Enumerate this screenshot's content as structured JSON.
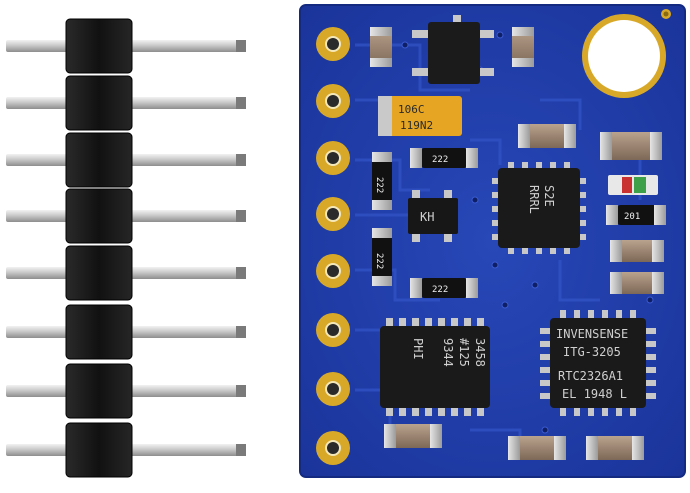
{
  "photo": {
    "subject": "IMU breakout board with pin header"
  },
  "markings": {
    "tantalum_line1": "106C",
    "tantalum_line2": "119N2",
    "resistor_a": "222",
    "resistor_b": "222",
    "resistor_c": "222",
    "resistor_d": "222",
    "resistor_e": "201",
    "small_ic": "KH",
    "hmc_line1": "3458",
    "hmc_line2": "#125",
    "hmc_line3": "9344",
    "hmc_line4": "PHI",
    "itg_line1": "INVENSENSE",
    "itg_line2": "ITG-3205",
    "itg_line3": "RTC2326A1",
    "itg_line4": "EL 1948 L",
    "adxl_line1": "S2E",
    "adxl_line2": "RRRL"
  },
  "colors": {
    "pcb": "#1f3fa8",
    "pad_gold": "#d8a928",
    "header_plastic": "#151515",
    "pin_metal": "#bdbdbd"
  }
}
